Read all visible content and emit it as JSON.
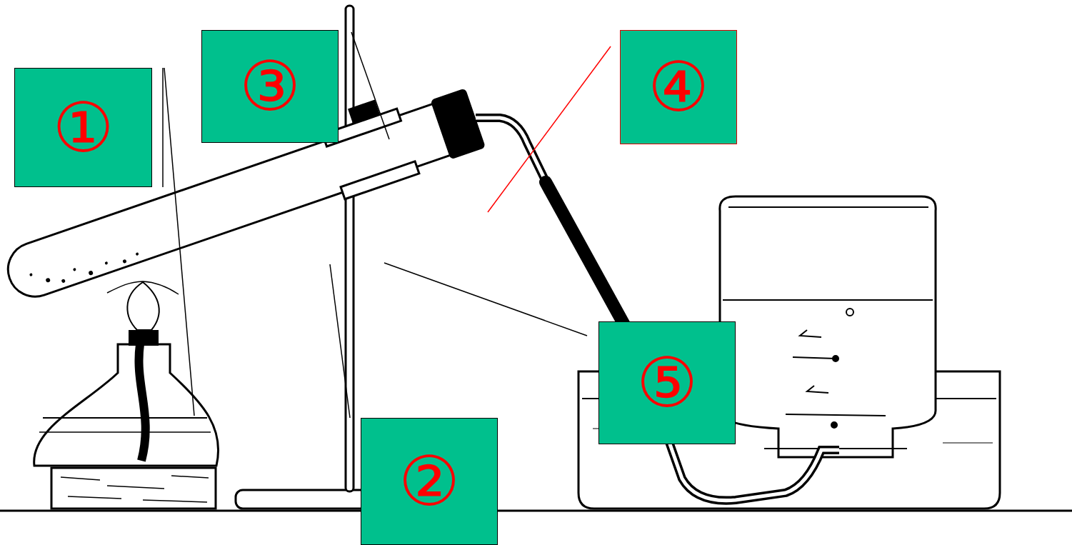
{
  "diagram": {
    "nodes": [
      {
        "text": [
          "③"
        ]
      },
      {
        "text": [
          "④"
        ]
      },
      {
        "text": [
          "①"
        ]
      },
      {
        "text": [
          "⑤"
        ]
      },
      {
        "text": [
          "②"
        ]
      }
    ],
    "edges": []
  }
}
